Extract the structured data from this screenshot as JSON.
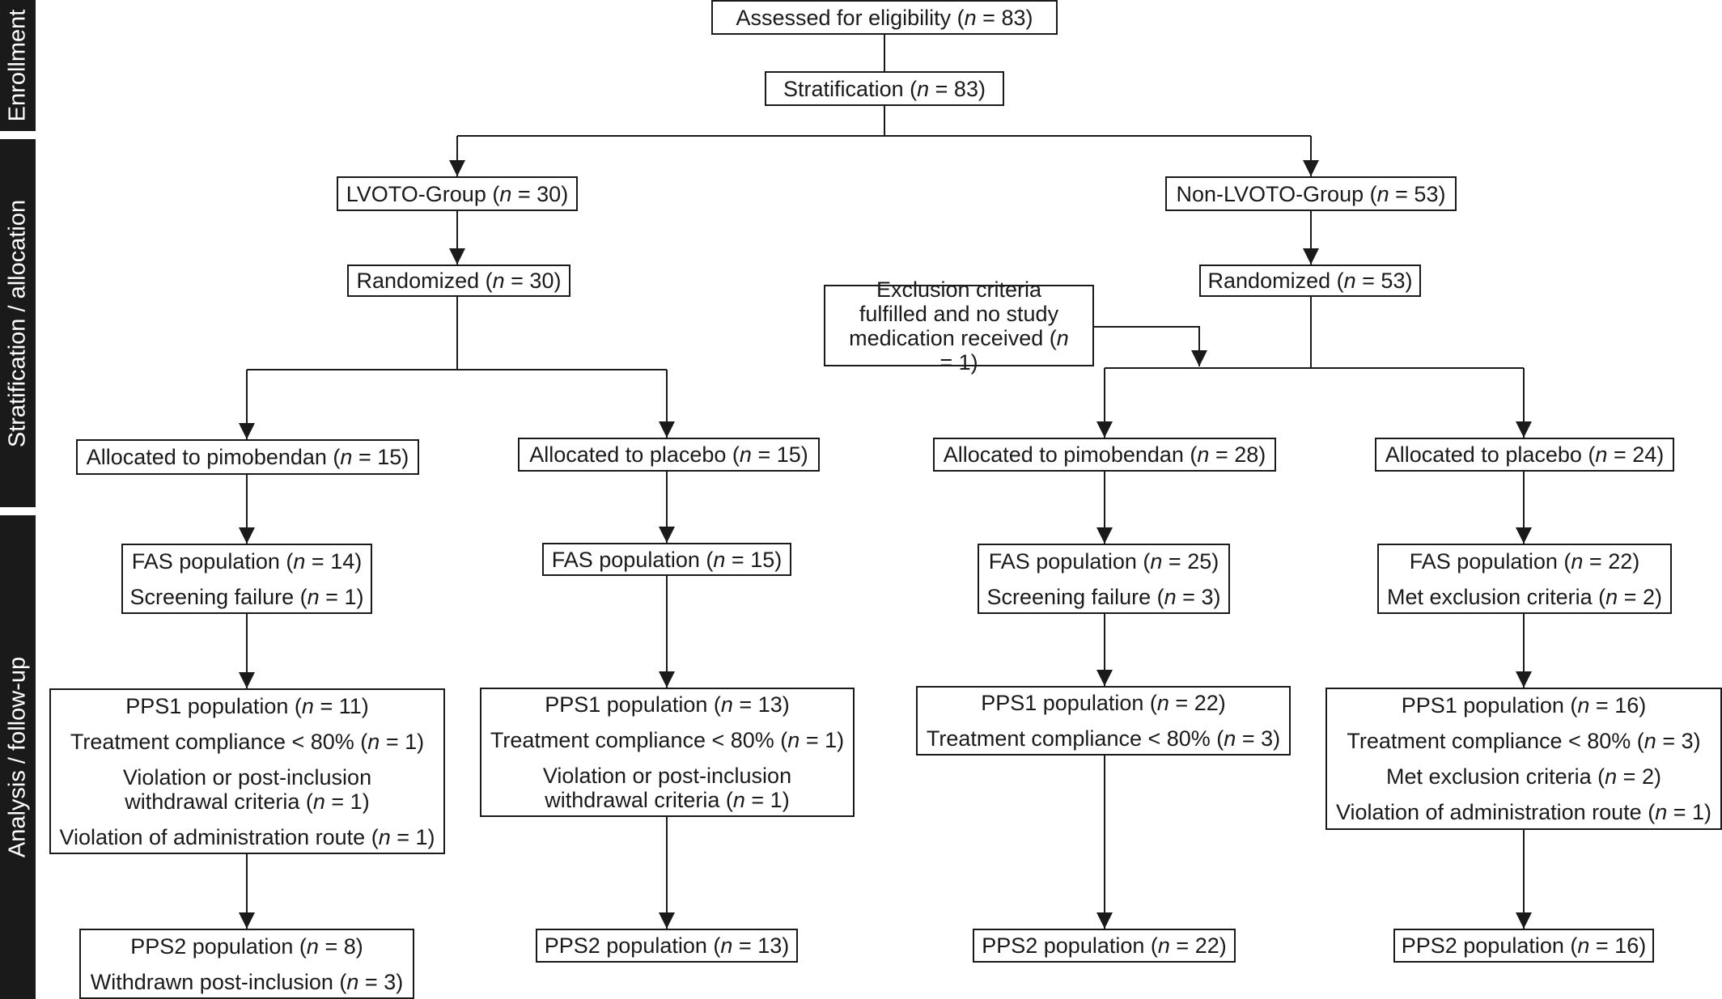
{
  "phases": [
    {
      "id": "enrollment",
      "label": "Enrollment"
    },
    {
      "id": "stratification",
      "label": "Stratification / allocation"
    },
    {
      "id": "analysis",
      "label": "Analysis / follow-up"
    }
  ],
  "boxes": {
    "assessed": {
      "lines": [
        {
          "text": "Assessed for eligibility",
          "n": "83"
        }
      ]
    },
    "stratification": {
      "lines": [
        {
          "text": "Stratification",
          "n": "83"
        }
      ]
    },
    "lvoto_group": {
      "lines": [
        {
          "text": "LVOTO-Group",
          "n": "30"
        }
      ]
    },
    "non_lvoto_group": {
      "lines": [
        {
          "text": "Non-LVOTO-Group",
          "n": "53"
        }
      ]
    },
    "lvoto_randomized": {
      "lines": [
        {
          "text": "Randomized",
          "n": "30"
        }
      ]
    },
    "non_lvoto_randomized": {
      "lines": [
        {
          "text": "Randomized",
          "n": "53"
        }
      ]
    },
    "exclusion": {
      "text": "Exclusion criteria fulfilled and no study medication received",
      "n": "1"
    },
    "l_pimo_alloc": {
      "lines": [
        {
          "text": "Allocated to pimobendan",
          "n": "15"
        }
      ]
    },
    "l_plac_alloc": {
      "lines": [
        {
          "text": "Allocated to placebo",
          "n": "15"
        }
      ]
    },
    "n_pimo_alloc": {
      "lines": [
        {
          "text": "Allocated to pimobendan",
          "n": "28"
        }
      ]
    },
    "n_plac_alloc": {
      "lines": [
        {
          "text": "Allocated to placebo",
          "n": "24"
        }
      ]
    },
    "l_pimo_fas": {
      "lines": [
        {
          "text": "FAS population",
          "n": "14"
        },
        {
          "text": "Screening failure",
          "n": "1"
        }
      ]
    },
    "l_plac_fas": {
      "lines": [
        {
          "text": "FAS population",
          "n": "15"
        }
      ]
    },
    "n_pimo_fas": {
      "lines": [
        {
          "text": "FAS population",
          "n": "25"
        },
        {
          "text": "Screening failure",
          "n": "3"
        }
      ]
    },
    "n_plac_fas": {
      "lines": [
        {
          "text": "FAS population",
          "n": "22"
        },
        {
          "text": "Met exclusion criteria",
          "n": "2"
        }
      ]
    },
    "l_pimo_pps1": {
      "lines": [
        {
          "text": "PPS1 population",
          "n": "11"
        },
        {
          "text": "Treatment compliance < 80%",
          "n": "1"
        },
        {
          "text": "Violation or post-inclusion withdrawal criteria",
          "n": "1"
        },
        {
          "text": "Violation of administration route",
          "n": "1"
        }
      ]
    },
    "l_plac_pps1": {
      "lines": [
        {
          "text": "PPS1 population",
          "n": "13"
        },
        {
          "text": "Treatment compliance < 80%",
          "n": "1"
        },
        {
          "text": "Violation or post-inclusion withdrawal criteria",
          "n": "1"
        }
      ]
    },
    "n_pimo_pps1": {
      "lines": [
        {
          "text": "PPS1 population",
          "n": "22"
        },
        {
          "text": "Treatment compliance < 80%",
          "n": "3"
        }
      ]
    },
    "n_plac_pps1": {
      "lines": [
        {
          "text": "PPS1 population",
          "n": "16"
        },
        {
          "text": "Treatment compliance < 80%",
          "n": "3"
        },
        {
          "text": "Met exclusion criteria",
          "n": "2"
        },
        {
          "text": "Violation of administration route",
          "n": "1"
        }
      ]
    },
    "l_pimo_pps2": {
      "lines": [
        {
          "text": "PPS2 population",
          "n": "8"
        },
        {
          "text": "Withdrawn post-inclusion",
          "n": "3"
        }
      ]
    },
    "l_plac_pps2": {
      "lines": [
        {
          "text": "PPS2 population",
          "n": "13"
        }
      ]
    },
    "n_pimo_pps2": {
      "lines": [
        {
          "text": "PPS2 population",
          "n": "22"
        }
      ]
    },
    "n_plac_pps2": {
      "lines": [
        {
          "text": "PPS2 population",
          "n": "16"
        }
      ]
    }
  }
}
